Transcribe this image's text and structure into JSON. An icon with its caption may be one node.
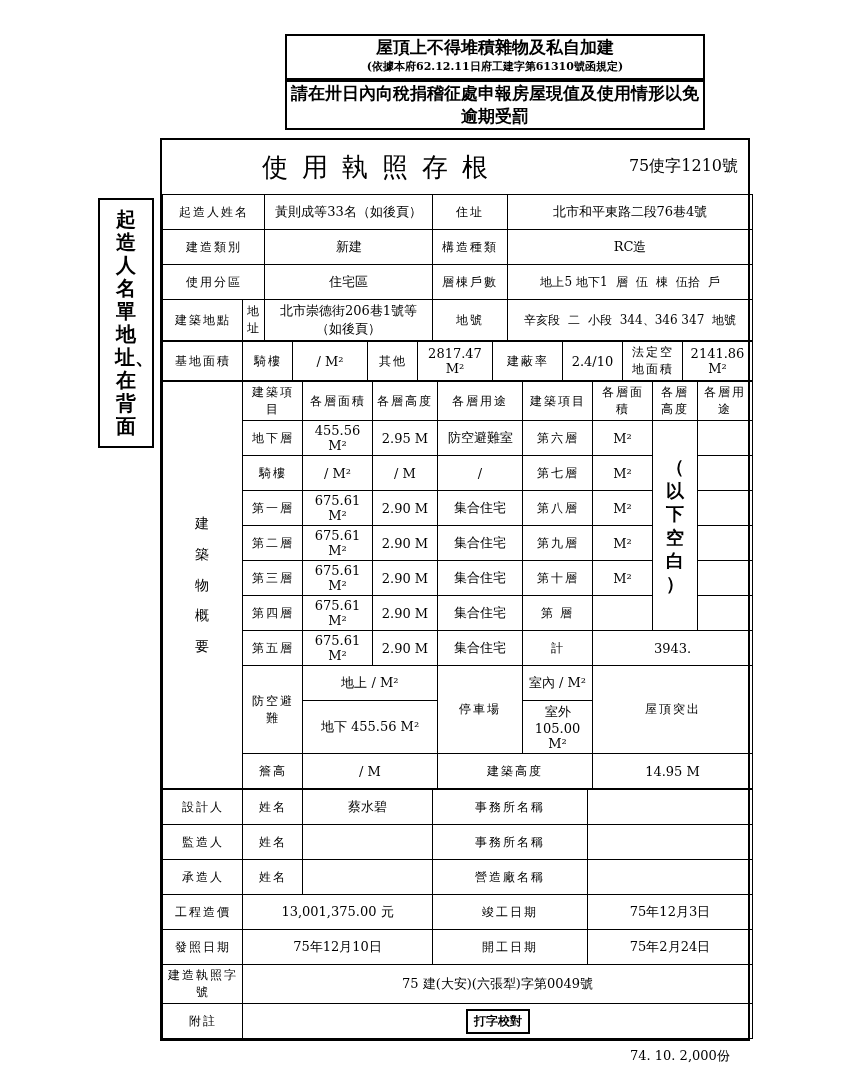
{
  "diagram": {
    "nodes": [
      {
        "text": [
          "屋頂上不得堆積雜物及私自加建",
          "(依據本府62.12.11日府工建字第61310號函規定)"
        ]
      },
      {
        "text": [
          "請在卅日內向稅捐稽征處申報房屋現值及使用情形以免逾期受罰"
        ]
      },
      {
        "text": [
          "起造人名單地址、在背面"
        ]
      },
      {
        "text": [
          "使用執照存根",
          "75使字1210號"
        ],
        "beside": [
          "74. 10. 2,000份"
        ]
      }
    ],
    "labels": [
      "起造人姓名",
      "黃則成等33名（如後頁）",
      "住址",
      "北市和平東路二段76巷4號",
      "建造類別",
      "新建",
      "構造種類",
      "RC造",
      "使用分區",
      "住宅區",
      "層棟戶數",
      "地上5 地下1",
      "層",
      "伍",
      "棟",
      "伍拾",
      "戶",
      "建築地點",
      "地址",
      "北市崇德街206巷1號等（如後頁）",
      "地號",
      "辛亥段",
      "二",
      "小段",
      "344、346 347",
      "地號",
      "基地面積",
      "騎樓",
      "/ M²",
      "其他",
      "2817.47 M²",
      "建蔽率",
      "2.4/10",
      "法定空地面積",
      "2141.86 M²",
      "建築物概要",
      "建築項目",
      "各層面積",
      "各層高度",
      "各層用途",
      "建築項目",
      "各層面積",
      "各層高度",
      "各層用途",
      "地下層",
      "455.56 M²",
      "2.95 M",
      "防空避難室",
      "第六層",
      "M²",
      "（以下空白）",
      "騎樓",
      "/ M²",
      "/ M",
      "/",
      "第七層",
      "M²",
      "第一層",
      "675.61 M²",
      "2.90 M",
      "集合住宅",
      "第八層",
      "M²",
      "第二層",
      "675.61 M²",
      "2.90 M",
      "集合住宅",
      "第九層",
      "M²",
      "第三層",
      "675.61 M²",
      "2.90 M",
      "集合住宅",
      "第十層",
      "M²",
      "第四層",
      "675.61 M²",
      "2.90 M",
      "集合住宅",
      "第 層",
      "第五層",
      "675.61 M²",
      "2.90 M",
      "集合住宅",
      "計",
      "3943.",
      "防空避難",
      "地上 / M²",
      "停車場",
      "室內 / M²",
      "屋頂突出",
      "地下 455.56 M²",
      "室外 105.00 M²",
      "簷高",
      "/ M",
      "建築高度",
      "14.95 M",
      "設計人",
      "姓名",
      "蔡水碧",
      "事務所名稱",
      "監造人",
      "姓名",
      "事務所名稱",
      "承造人",
      "姓名",
      "營造廠名稱",
      "工程造價",
      "13,001,375.00 元",
      "竣工日期",
      "75年12月3日",
      "發照日期",
      "75年12月10日",
      "開工日期",
      "75年2月24日",
      "建造執照字號",
      "75 建(大安)(六張犁)字第0049號",
      "附註",
      "打字校對"
    ]
  }
}
